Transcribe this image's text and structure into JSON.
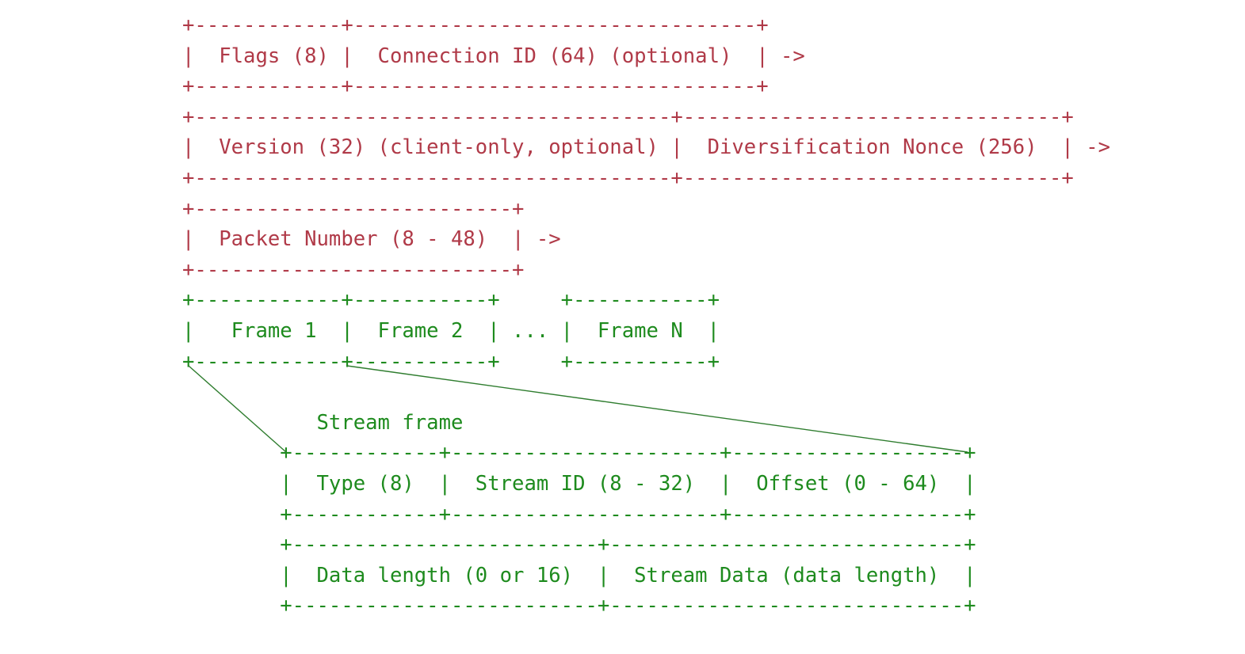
{
  "colors": {
    "packet": "#b03a48",
    "frame": "#1e8b1e",
    "connector": "#2f7d2f",
    "background": "#ffffff"
  },
  "diagram": {
    "packet_ascii": "+------------+---------------------------------+\n|  Flags (8) |  Connection ID (64) (optional)  | ->\n+------------+---------------------------------+\n+---------------------------------------+-------------------------------+\n|  Version (32) (client-only, optional) |  Diversification Nonce (256)  | ->\n+---------------------------------------+-------------------------------+\n+--------------------------+\n|  Packet Number (8 - 48)  | ->\n+--------------------------+\n",
    "frame_ascii": "+------------+-----------+     +-----------+\n|   Frame 1  |  Frame 2  | ... |  Frame N  |\n+------------+-----------+     +-----------+\n\n           Stream frame\n        +------------+----------------------+-------------------+\n        |  Type (8)  |  Stream ID (8 - 32)  |  Offset (0 - 64)  |\n        +------------+----------------------+-------------------+\n        +-------------------------+-----------------------------+\n        |  Data length (0 or 16)  |  Stream Data (data length)  |\n        +-------------------------+-----------------------------+",
    "stream_frame_label": "Stream frame",
    "continuation_arrow": "->",
    "packet_header_fields": [
      "Flags (8)",
      "Connection ID (64) (optional)",
      "Version (32) (client-only, optional)",
      "Diversification Nonce (256)",
      "Packet Number (8 - 48)",
      "Frame 1",
      "Frame 2",
      "...",
      "Frame N"
    ],
    "stream_frame_fields": [
      "Type (8)",
      "Stream ID (8 - 32)",
      "Offset (0 - 64)",
      "Data length (0 or 16)",
      "Stream Data (data length)"
    ]
  }
}
